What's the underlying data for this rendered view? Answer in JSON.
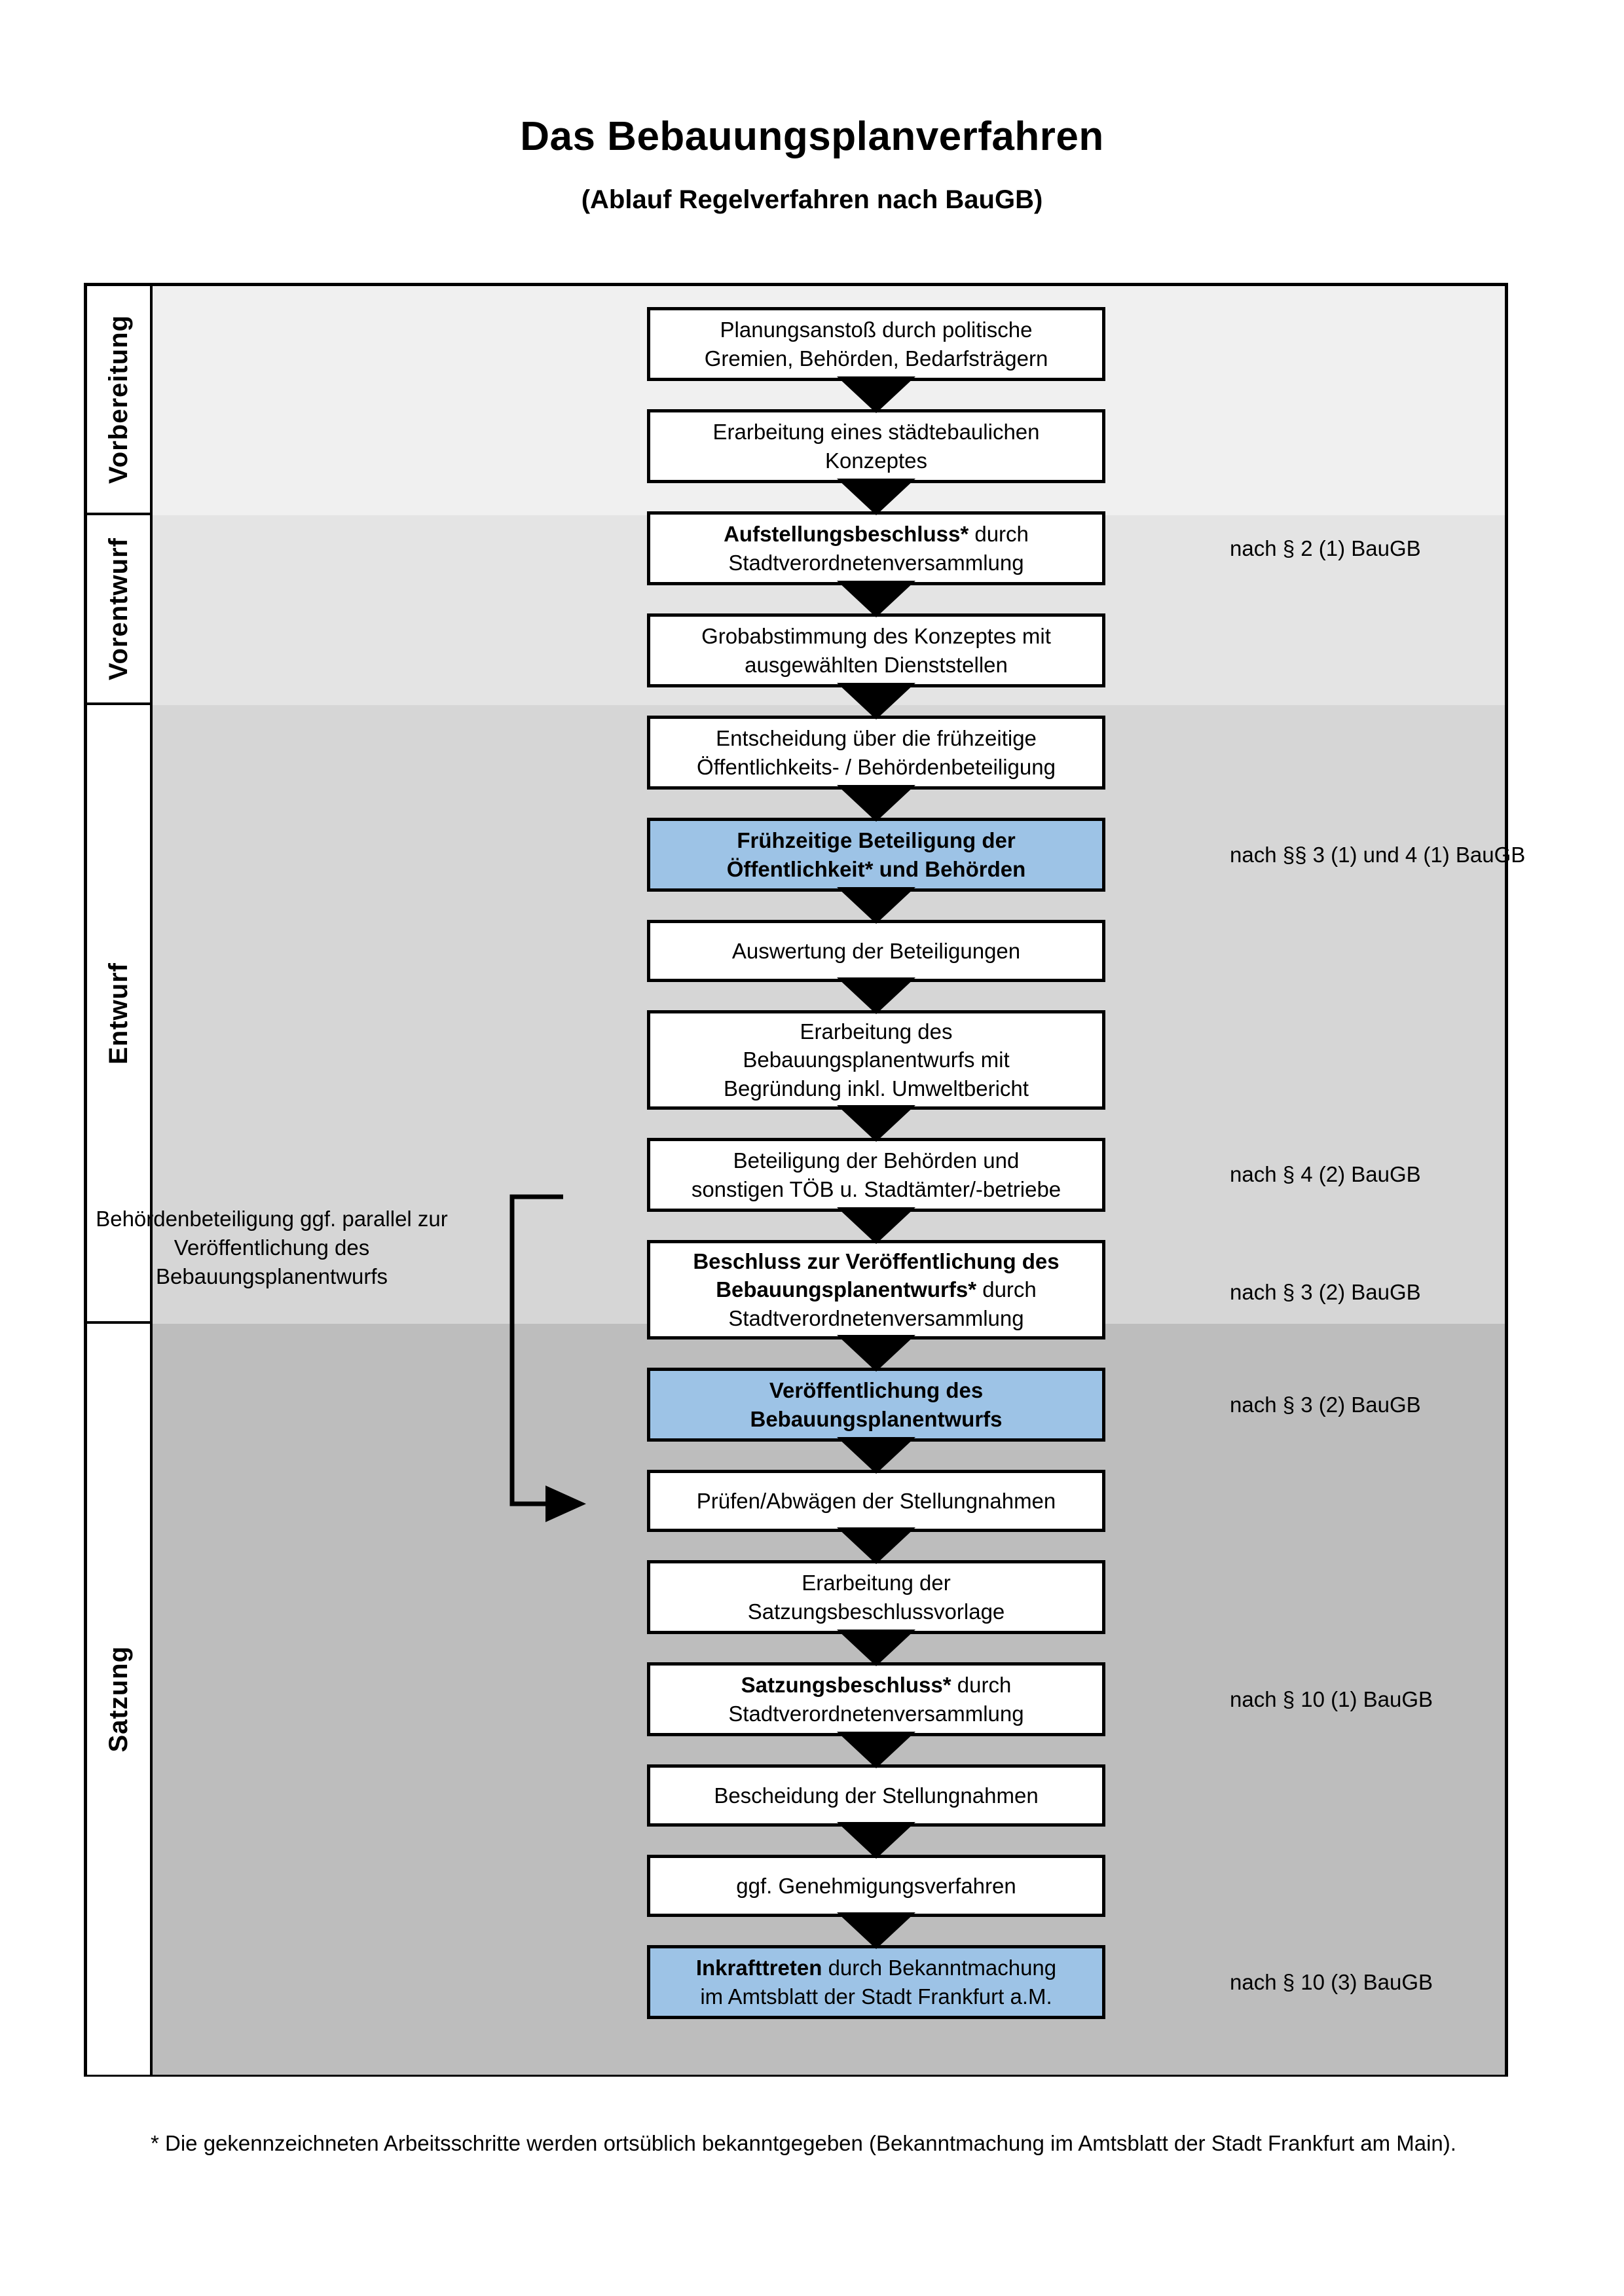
{
  "title": {
    "main": "Das Bebauungsplanverfahren",
    "sub": "(Ablauf Regelverfahren nach BauGB)"
  },
  "phases": [
    {
      "label": "Vorbereitung"
    },
    {
      "label": "Vorentwurf"
    },
    {
      "label": "Entwurf"
    },
    {
      "label": "Satzung"
    }
  ],
  "steps": [
    {
      "id": "planungsanstoss",
      "lines": [
        {
          "text": "Planungsanstoß durch politische",
          "bold": false
        },
        {
          "text": "Gremien, Behörden, Bedarfsträgern",
          "bold": false
        }
      ],
      "highlight": false
    },
    {
      "id": "staedtebauliches-konzept",
      "lines": [
        {
          "text": "Erarbeitung eines städtebaulichen",
          "bold": false
        },
        {
          "text": "Konzeptes",
          "bold": false
        }
      ],
      "highlight": false
    },
    {
      "id": "aufstellungsbeschluss",
      "lines": [
        {
          "text": "Aufstellungsbeschluss*",
          "bold": true
        },
        {
          "text": " durch",
          "bold": false
        },
        {
          "text": "Stadtverordnetenversammlung",
          "bold": false
        }
      ],
      "highlight": false
    },
    {
      "id": "grobabstimmung",
      "lines": [
        {
          "text": "Grobabstimmung des Konzeptes mit",
          "bold": false
        },
        {
          "text": "ausgewählten Dienststellen",
          "bold": false
        }
      ],
      "highlight": false
    },
    {
      "id": "entscheidung-fruehzeitige",
      "lines": [
        {
          "text": "Entscheidung über die frühzeitige",
          "bold": false
        },
        {
          "text": "Öffentlichkeits- / Behördenbeteiligung",
          "bold": false
        }
      ],
      "highlight": false
    },
    {
      "id": "fruehzeitige-beteiligung",
      "lines": [
        {
          "text": "Frühzeitige Beteiligung der",
          "bold": true
        },
        {
          "text": "Öffentlichkeit* und Behörden",
          "bold": true
        }
      ],
      "highlight": true
    },
    {
      "id": "auswertung-beteiligungen",
      "lines": [
        {
          "text": "Auswertung der Beteiligungen",
          "bold": false
        }
      ],
      "highlight": false
    },
    {
      "id": "erarbeitung-bebauungsplanentwurf",
      "lines": [
        {
          "text": "Erarbeitung des",
          "bold": false
        },
        {
          "text": "Bebauungsplanentwurfs mit",
          "bold": false
        },
        {
          "text": "Begründung inkl. Umweltbericht",
          "bold": false
        }
      ],
      "highlight": false
    },
    {
      "id": "beteiligung-behoerden-toeb",
      "lines": [
        {
          "text": "Beteiligung der Behörden und",
          "bold": false
        },
        {
          "text": "sonstigen TÖB u. Stadtämter/-betriebe",
          "bold": false
        }
      ],
      "highlight": false
    },
    {
      "id": "beschluss-veroeffentlichung",
      "lines": [
        {
          "text": "Beschluss zur Veröffentlichung des",
          "bold": true
        },
        {
          "text": "Bebauungsplanentwurfs*",
          "bold": true
        },
        {
          "text": " durch",
          "bold": false
        },
        {
          "text": "Stadtverordnetenversammlung",
          "bold": false
        }
      ],
      "highlight": false
    },
    {
      "id": "veroeffentlichung-entwurf",
      "lines": [
        {
          "text": "Veröffentlichung des",
          "bold": true
        },
        {
          "text": "Bebauungsplanentwurfs",
          "bold": true
        }
      ],
      "highlight": true
    },
    {
      "id": "pruefen-abwaegen",
      "lines": [
        {
          "text": "Prüfen/Abwägen der Stellungnahmen",
          "bold": false
        }
      ],
      "highlight": false
    },
    {
      "id": "satzungsbeschlussvorlage",
      "lines": [
        {
          "text": "Erarbeitung der",
          "bold": false
        },
        {
          "text": "Satzungsbeschlussvorlage",
          "bold": false
        }
      ],
      "highlight": false
    },
    {
      "id": "satzungsbeschluss",
      "lines": [
        {
          "text": "Satzungsbeschluss*",
          "bold": true
        },
        {
          "text": " durch",
          "bold": false
        },
        {
          "text": "Stadtverordnetenversammlung",
          "bold": false
        }
      ],
      "highlight": false
    },
    {
      "id": "bescheidung-stellungnahmen",
      "lines": [
        {
          "text": "Bescheidung der Stellungnahmen",
          "bold": false
        }
      ],
      "highlight": false
    },
    {
      "id": "genehmigungsverfahren",
      "lines": [
        {
          "text": "ggf. Genehmigungsverfahren",
          "bold": false
        }
      ],
      "highlight": false
    },
    {
      "id": "inkrafttreten",
      "lines": [
        {
          "text": "Inkrafttreten",
          "bold": true
        },
        {
          "text": " durch Bekanntmachung",
          "bold": false
        },
        {
          "text": "im Amtsblatt der Stadt Frankfurt a.M.",
          "bold": false
        }
      ],
      "highlight": true
    }
  ],
  "legal_refs": [
    {
      "id": "ref-par2",
      "text": "nach § 2 (1) BauGB"
    },
    {
      "id": "ref-par3-1-4-1",
      "text": "nach §§ 3 (1) und 4 (1) BauGB"
    },
    {
      "id": "ref-par4-2",
      "text": "nach § 4 (2) BauGB"
    },
    {
      "id": "ref-par3-2-a",
      "text": "nach § 3 (2) BauGB"
    },
    {
      "id": "ref-par3-2-b",
      "text": "nach § 3 (2) BauGB"
    },
    {
      "id": "ref-par10-1",
      "text": "nach § 10 (1) BauGB"
    },
    {
      "id": "ref-par10-3",
      "text": "nach § 10 (3) BauGB"
    }
  ],
  "side_note": "Behördenbeteiligung ggf. parallel zur Veröffentlichung des Bebauungsplanentwurfs",
  "footnote": "* Die gekennzeichneten Arbeitsschritte werden ortsüblich bekanntgegeben (Bekanntmachung im Amtsblatt  der Stadt Frankfurt am Main).",
  "colors": {
    "highlight_fill": "#9dc3e6",
    "band_vorbereitung": "#f0f0f0",
    "band_vorentwurf": "#e4e4e4",
    "band_entwurf": "#d6d6d6",
    "band_satzung": "#bdbdbd",
    "outline": "#000000"
  }
}
